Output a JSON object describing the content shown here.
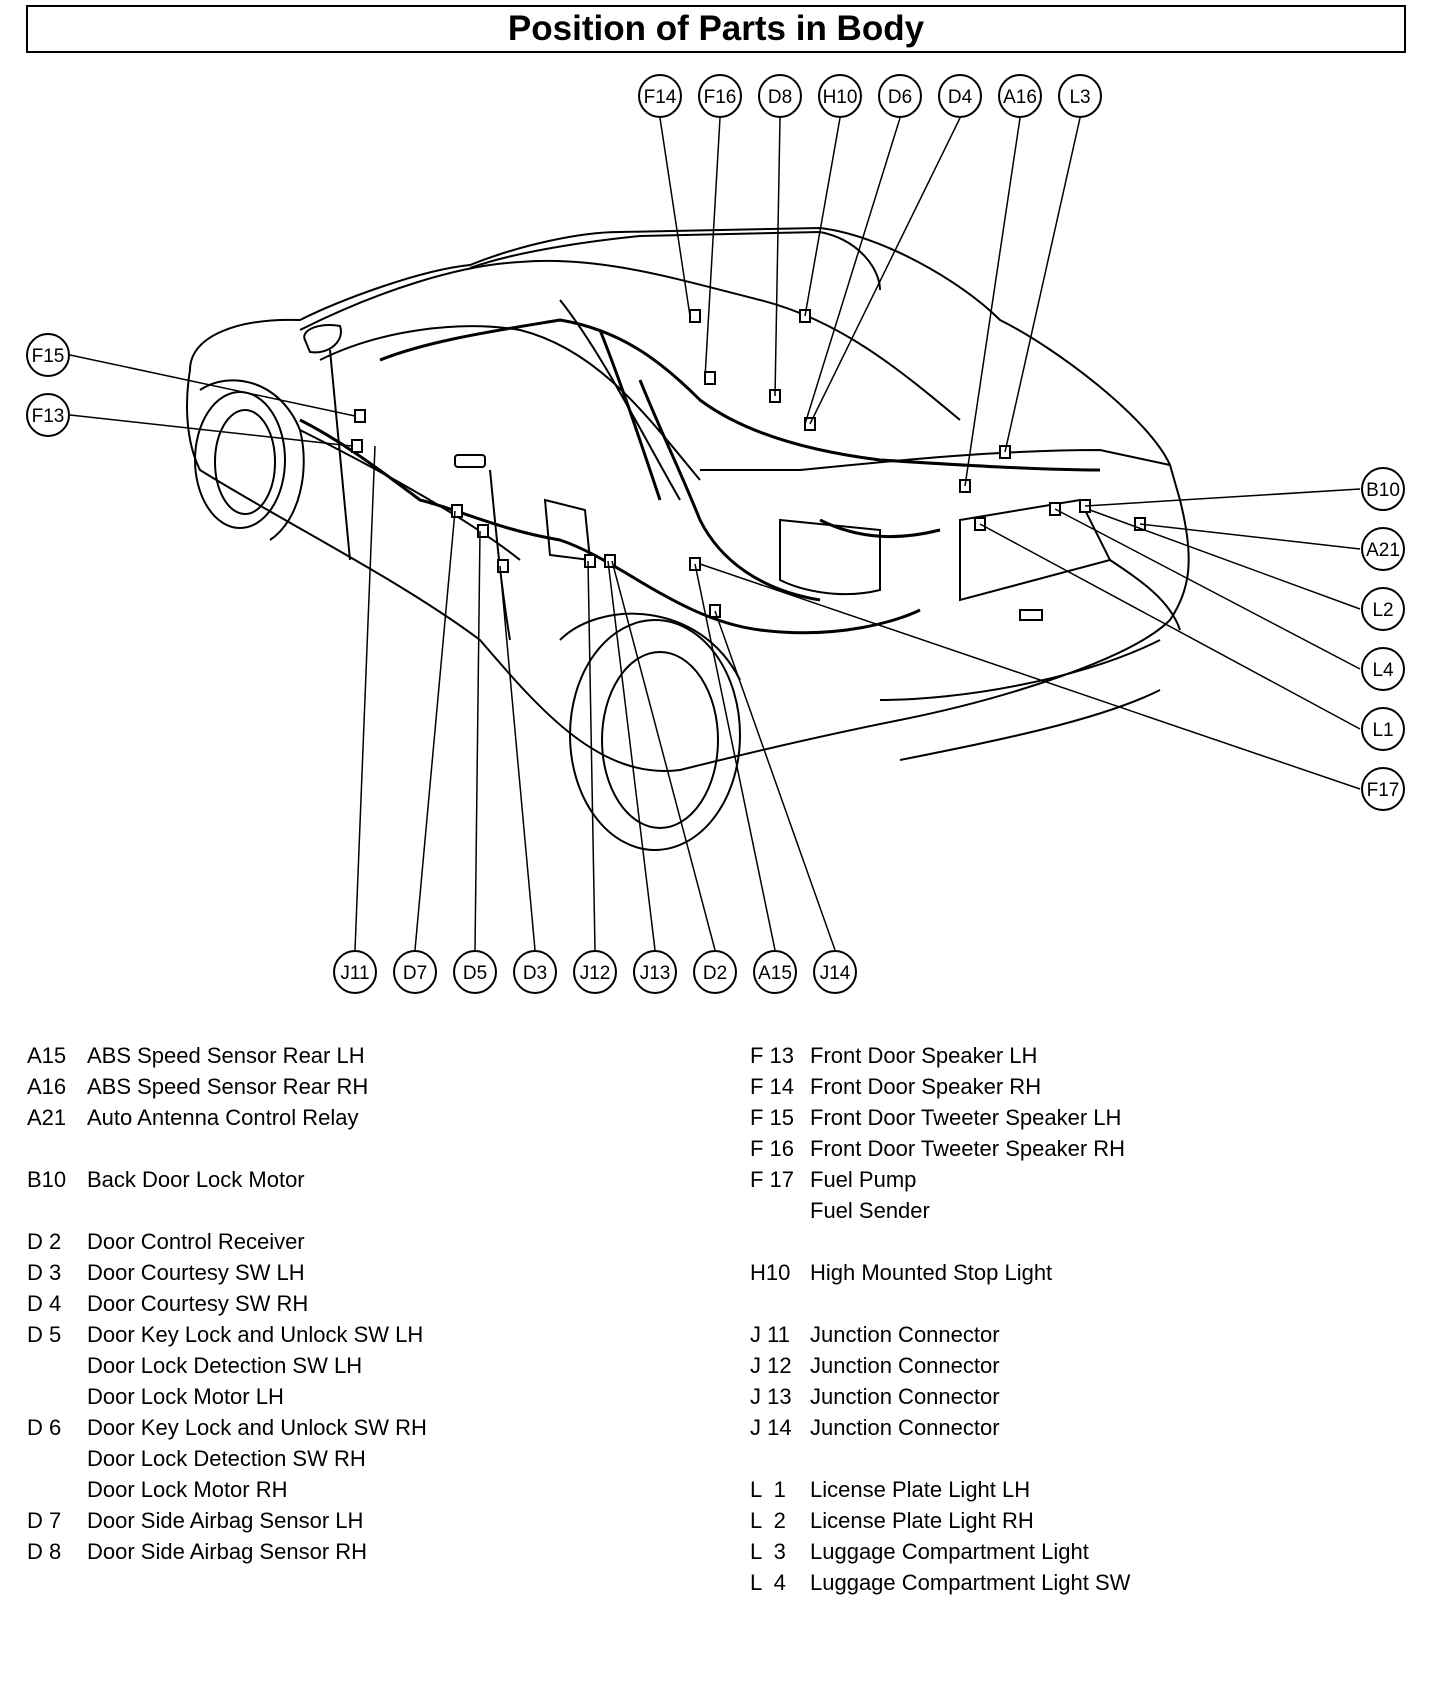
{
  "title": "Position of Parts in Body",
  "callouts": {
    "top": [
      "F14",
      "F16",
      "D8",
      "H10",
      "D6",
      "D4",
      "A16",
      "L3"
    ],
    "left": [
      "F15",
      "F13"
    ],
    "right": [
      "B10",
      "A21",
      "L2",
      "L4",
      "L1",
      "F17"
    ],
    "bottom": [
      "J11",
      "D7",
      "D5",
      "D3",
      "J12",
      "J13",
      "D2",
      "A15",
      "J14"
    ]
  },
  "legend_left": [
    {
      "code": "A15",
      "name": "ABS Speed Sensor Rear LH"
    },
    {
      "code": "A16",
      "name": "ABS Speed Sensor Rear RH"
    },
    {
      "code": "A21",
      "name": "Auto Antenna Control Relay"
    },
    {
      "code": "",
      "name": ""
    },
    {
      "code": "B10",
      "name": "Back Door Lock Motor"
    },
    {
      "code": "",
      "name": ""
    },
    {
      "code": "D 2",
      "name": "Door Control Receiver"
    },
    {
      "code": "D 3",
      "name": "Door Courtesy SW LH"
    },
    {
      "code": "D 4",
      "name": "Door Courtesy SW RH"
    },
    {
      "code": "D 5",
      "name": "Door Key Lock and Unlock SW LH"
    },
    {
      "code": "",
      "name": "Door Lock Detection SW LH"
    },
    {
      "code": "",
      "name": "Door Lock Motor LH"
    },
    {
      "code": "D 6",
      "name": "Door Key Lock and Unlock SW RH"
    },
    {
      "code": "",
      "name": "Door Lock Detection SW RH"
    },
    {
      "code": "",
      "name": "Door Lock Motor RH"
    },
    {
      "code": "D 7",
      "name": "Door Side Airbag Sensor LH"
    },
    {
      "code": "D 8",
      "name": "Door Side Airbag Sensor RH"
    }
  ],
  "legend_right": [
    {
      "code": "F 13",
      "name": "Front Door Speaker LH"
    },
    {
      "code": "F 14",
      "name": "Front Door Speaker RH"
    },
    {
      "code": "F 15",
      "name": "Front Door Tweeter Speaker LH"
    },
    {
      "code": "F 16",
      "name": "Front Door Tweeter Speaker RH"
    },
    {
      "code": "F 17",
      "name": "Fuel Pump"
    },
    {
      "code": "",
      "name": "Fuel Sender"
    },
    {
      "code": "",
      "name": ""
    },
    {
      "code": "H10",
      "name": "High Mounted Stop Light"
    },
    {
      "code": "",
      "name": ""
    },
    {
      "code": "J 11",
      "name": "Junction Connector"
    },
    {
      "code": "J 12",
      "name": "Junction Connector"
    },
    {
      "code": "J 13",
      "name": "Junction Connector"
    },
    {
      "code": "J 14",
      "name": "Junction Connector"
    },
    {
      "code": "",
      "name": ""
    },
    {
      "code": "L  1",
      "name": "License Plate Light LH"
    },
    {
      "code": "L  2",
      "name": "License Plate Light RH"
    },
    {
      "code": "L  3",
      "name": "Luggage Compartment Light"
    },
    {
      "code": "L  4",
      "name": "Luggage Compartment Light SW"
    }
  ]
}
